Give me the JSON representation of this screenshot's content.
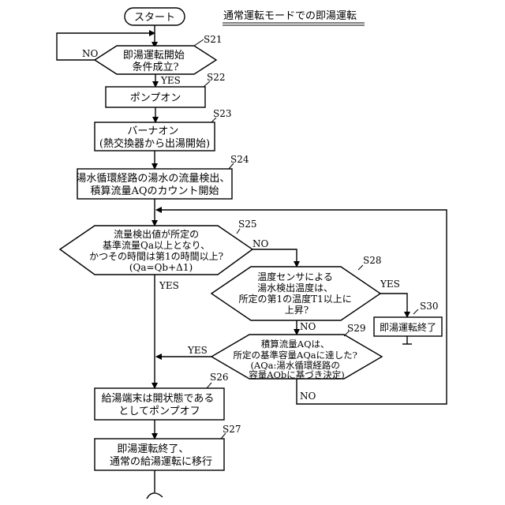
{
  "title": "通常運転モードでの即湯運転",
  "start": "スタート",
  "steps": {
    "s21": {
      "id": "S21",
      "lines": [
        "即湯運転開始",
        "条件成立?"
      ]
    },
    "s22": {
      "id": "S22",
      "lines": [
        "ポンプオン"
      ]
    },
    "s23": {
      "id": "S23",
      "lines": [
        "バーナオン",
        "(熱交換器から出湯開始)"
      ]
    },
    "s24": {
      "id": "S24",
      "lines": [
        "湯水循環経路の湯水の流量検出、",
        "積算流量AQのカウント開始"
      ]
    },
    "s25": {
      "id": "S25",
      "lines": [
        "流量検出値が所定の",
        "基準流量Qa以上となり、",
        "かつその時間は第1の時間以上?",
        "(Qa=Qb+Δ1)"
      ]
    },
    "s28": {
      "id": "S28",
      "lines": [
        "温度センサによる",
        "湯水検出温度は、",
        "所定の第1の温度T1以上に",
        "上昇?"
      ]
    },
    "s29": {
      "id": "S29",
      "lines": [
        "積算流量AQは、",
        "所定の基準容量AQaに達した?",
        "(AQa:湯水循環経路の",
        "容量AQbに基づき決定)"
      ]
    },
    "s30": {
      "id": "S30",
      "lines": [
        "即湯運転終了"
      ]
    },
    "s26": {
      "id": "S26",
      "lines": [
        "給湯端末は開状態である",
        "としてポンプオフ"
      ]
    },
    "s27": {
      "id": "S27",
      "lines": [
        "即湯運転終了、",
        "通常の給湯運転に移行"
      ]
    }
  },
  "branch": {
    "yes": "YES",
    "no": "NO"
  }
}
